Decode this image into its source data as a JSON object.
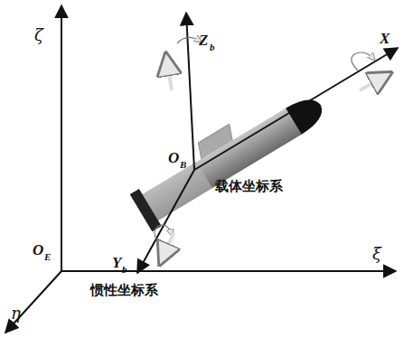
{
  "diagram": {
    "labels": [
      "ζ",
      "Z",
      "b",
      "X",
      "O",
      "B",
      "载体坐标系",
      "O",
      "E",
      "ξ",
      "Y",
      "b",
      "惯性坐标系",
      "η"
    ]
  }
}
